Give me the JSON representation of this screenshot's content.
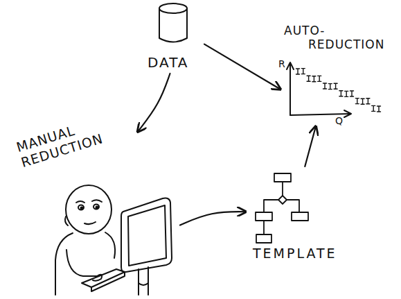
{
  "diagram": {
    "nodes": [
      {
        "text": [
          "DATA"
        ]
      },
      {
        "text": [
          "AUTO- REDUCTION"
        ]
      },
      {
        "text": [
          "MANUAL REDUCTION"
        ]
      },
      {
        "text": [
          "TEMPLATE"
        ]
      }
    ],
    "edges": [
      {
        "from": 0,
        "to": 1,
        "arrow": "to"
      },
      {
        "from": 0,
        "to": 2,
        "arrow": "to"
      },
      {
        "from": 2,
        "to": 3,
        "arrow": "to"
      },
      {
        "from": 3,
        "to": 1,
        "arrow": "to"
      }
    ],
    "labels": [
      "R",
      "Q"
    ]
  }
}
